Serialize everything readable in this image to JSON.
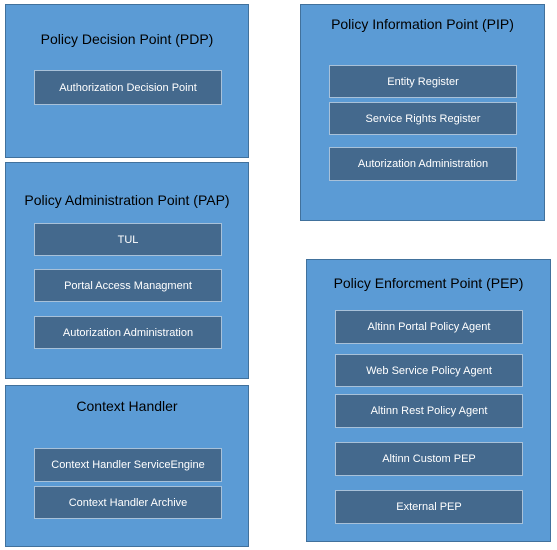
{
  "colors": {
    "group_fill": "#5b9bd5",
    "group_border": "#41719c",
    "item_fill": "#44698d",
    "item_border": "#a8c1d9",
    "item_text": "#ffffff",
    "title_text": "#000000"
  },
  "pdp": {
    "title": "Policy Decision Point (PDP)",
    "items": [
      "Authorization Decision Point"
    ]
  },
  "pap": {
    "title": "Policy Administration Point (PAP)",
    "items": [
      "TUL",
      "Portal Access Managment",
      "Autorization Administration"
    ]
  },
  "context": {
    "title": "Context Handler",
    "items": [
      "Context Handler ServiceEngine",
      "Context Handler Archive"
    ]
  },
  "pip": {
    "title": "Policy Information Point (PIP)",
    "items": [
      "Entity Register",
      "Service Rights Register",
      "Autorization Administration"
    ]
  },
  "pep": {
    "title": "Policy Enforcment Point (PEP)",
    "items": [
      "Altinn Portal Policy Agent",
      "Web Service Policy Agent",
      "Altinn Rest Policy Agent",
      "Altinn Custom PEP",
      "External PEP"
    ]
  }
}
